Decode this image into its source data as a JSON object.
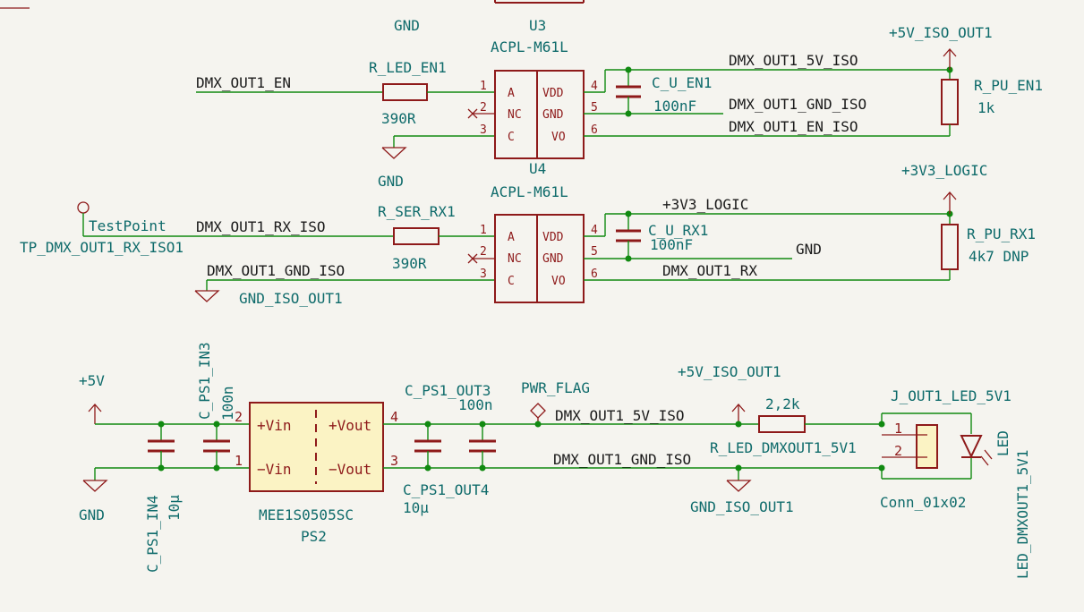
{
  "u3": {
    "ref": "U3",
    "value": "ACPL-M61L",
    "gnd": "GND"
  },
  "u4": {
    "ref": "U4",
    "value": "ACPL-M61L",
    "gnd": "GND",
    "pins": {
      "a": "A",
      "nc": "NC",
      "c": "C",
      "vdd": "VDD",
      "gnd": "GND",
      "vo": "VO"
    },
    "nums": {
      "p1": "1",
      "p2": "2",
      "p3": "3",
      "p4": "4",
      "p5": "5",
      "p6": "6"
    }
  },
  "u_rx": {
    "pins": {
      "a": "A",
      "nc": "NC",
      "c": "C",
      "vdd": "VDD",
      "gnd": "GND",
      "vo": "VO"
    },
    "nums": {
      "p1": "1",
      "p2": "2",
      "p3": "3",
      "p4": "4",
      "p5": "5",
      "p6": "6"
    }
  },
  "en": {
    "net_in": "DMX_OUT1_EN",
    "r_ref": "R_LED_EN1",
    "r_value": "390R",
    "cap_ref": "C_U_EN1",
    "cap_value": "100nF",
    "net_5v": "DMX_OUT1_5V_ISO",
    "net_gnd": "DMX_OUT1_GND_ISO",
    "net_out": "DMX_OUT1_EN_ISO",
    "pwr": "+5V_ISO_OUT1",
    "pu_ref": "R_PU_EN1",
    "pu_value": "1k"
  },
  "rx": {
    "tp_type": "TestPoint",
    "tp_ref": "TP_DMX_OUT1_RX_ISO1",
    "net_in": "DMX_OUT1_RX_ISO",
    "net_gnd_in": "DMX_OUT1_GND_ISO",
    "gnd_in": "GND_ISO_OUT1",
    "r_ref": "R_SER_RX1",
    "r_value": "390R",
    "cap_ref": "C_U_RX1",
    "cap_value": "100nF",
    "net_3v3": "+3V3_LOGIC",
    "net_gnd": "GND",
    "net_out": "DMX_OUT1_RX",
    "pwr": "+3V3_LOGIC",
    "pu_ref": "R_PU_RX1",
    "pu_value": "4k7 DNP"
  },
  "ps": {
    "pwr_in": "+5V",
    "gnd_in": "GND",
    "c_in3_ref": "C_PS1_IN3",
    "c_in3_value": "100n",
    "c_in4_ref": "C_PS1_IN4",
    "c_in4_value": "10µ",
    "mod_ref": "PS2",
    "mod_value": "MEE1S0505SC",
    "pin_vin_p": "+Vin",
    "pin_vin_n": "−Vin",
    "pin_vout_p": "+Vout",
    "pin_vout_n": "−Vout",
    "n1": "1",
    "n2": "2",
    "n3": "3",
    "n4": "4",
    "c_out3_ref": "C_PS1_OUT3",
    "c_out3_value": "100n",
    "c_out4_ref": "C_PS1_OUT4",
    "c_out4_value": "10µ",
    "pwr_flag": "PWR_FLAG",
    "net_5v": "DMX_OUT1_5V_ISO",
    "net_gnd": "DMX_OUT1_GND_ISO",
    "pwr_iso": "+5V_ISO_OUT1",
    "gnd_iso": "GND_ISO_OUT1",
    "r_ref": "R_LED_DMXOUT1_5V1",
    "r_value": "2,2k",
    "conn_ref": "J_OUT1_LED_5V1",
    "conn_value": "Conn_01x02",
    "c1": "1",
    "c2": "2",
    "led_type": "LED",
    "led_ref": "LED_DMXOUT1_5V1"
  }
}
